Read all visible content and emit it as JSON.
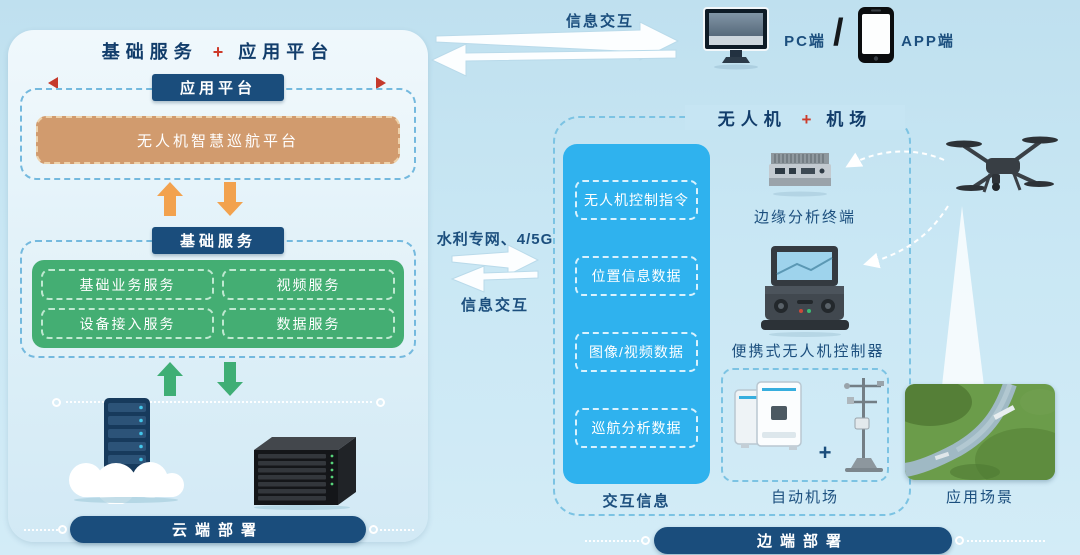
{
  "colors": {
    "background": "#c9e7f4",
    "navy": "#1a4d7c",
    "title_text": "#123d6b",
    "red_accent": "#cd3a2a",
    "tan_box": "#d19b6e",
    "green_box": "#44ae73",
    "cyan_box": "#2fb2ee",
    "dashed_border": "#74b9de",
    "arrow_white": "#ffffff"
  },
  "left_panel": {
    "title_left": "基础服务",
    "title_plus": "+",
    "title_right": "应用平台",
    "app_platform_header": "应用平台",
    "platform_box": "无人机智慧巡航平台",
    "base_service_header": "基础服务",
    "services": [
      "基础业务服务",
      "视频服务",
      "设备接入服务",
      "数据服务"
    ],
    "footer_pill": "云端部署"
  },
  "top_link": {
    "label": "信息交互",
    "pc_label": "PC端",
    "divider": "/",
    "app_label": "APP端"
  },
  "mid_link": {
    "network_label": "水利专网、4/5G",
    "exchange_label": "信息交互"
  },
  "right_panel": {
    "title_left": "无人机",
    "title_plus": "+",
    "title_right": "机场",
    "interaction_items": [
      "无人机控制指令",
      "位置信息数据",
      "图像/视频数据",
      "巡航分析数据"
    ],
    "interaction_caption": "交互信息",
    "edge_terminal_label": "边缘分析终端",
    "controller_label": "便携式无人机控制器",
    "airport_plus": "+",
    "airport_label": "自动机场",
    "scene_label": "应用场景",
    "footer_pill": "边端部署"
  }
}
